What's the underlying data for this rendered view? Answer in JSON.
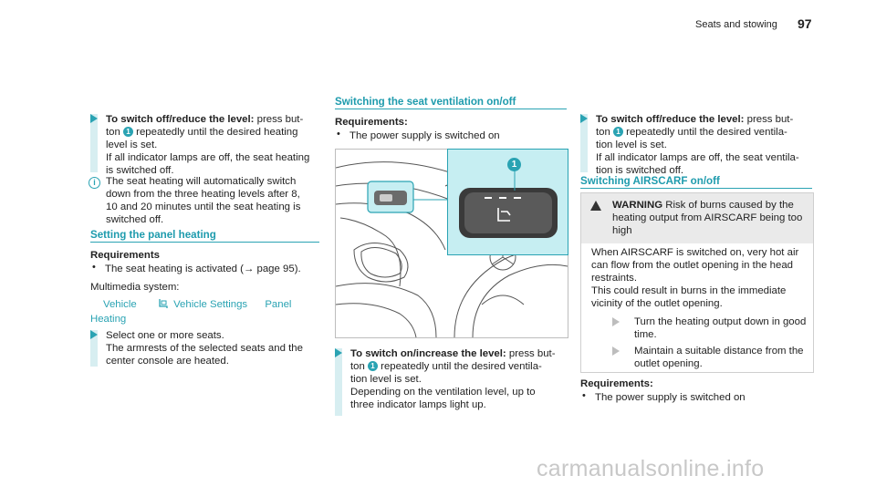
{
  "header": {
    "section": "Seats and stowing",
    "page_number": "97"
  },
  "footer": {
    "watermark": "carmanualsonline.info"
  },
  "col1": {
    "step1_title": "To switch off/reduce the level:",
    "step1_line1_rest": " press but-",
    "step1_line2_pre": "ton ",
    "step1_callout": "1",
    "step1_line2_rest": " repeatedly until the desired heating",
    "step1_line3": "level is set.",
    "step1_line4": "If all indicator lamps are off, the seat heating",
    "step1_line5": "is switched off.",
    "note_line1": "The seat heating will automatically switch",
    "note_line2": "down from the three heating levels after 8,",
    "note_line3": "10 and 20 minutes until the seat heating is",
    "note_line4": "switched off.",
    "section_title": "Setting the panel heating",
    "req_title": "Requirements",
    "req_item": "The seat heating is activated (→ page 95).",
    "multimedia": "Multimedia system:",
    "menu1": "Vehicle",
    "menu_icon": "car-seat-icon",
    "menu2": "Vehicle Settings",
    "menu3": "Panel",
    "menu4": "Heating",
    "step2_line1": "Select one or more seats.",
    "step2_line2": "The armrests of the selected seats and the",
    "step2_line3": "center console are heated."
  },
  "col2": {
    "section_title": "Switching the seat ventilation on/off",
    "req_title": "Requirements:",
    "req_item": "The power supply is switched on",
    "figure_callout": "1",
    "step1_title": "To switch on/increase the level:",
    "step1_line1_rest": " press but-",
    "step1_line2_pre": "ton ",
    "step1_callout": "1",
    "step1_line2_rest": " repeatedly until the desired ventila-",
    "step1_line3": "tion level is set.",
    "step1_line4": "Depending on the ventilation level, up to",
    "step1_line5": "three indicator lamps light up."
  },
  "col3": {
    "step1_title": "To switch off/reduce the level:",
    "step1_line1_rest": " press but-",
    "step1_line2_pre": "ton ",
    "step1_callout": "1",
    "step1_line2_rest": " repeatedly until the desired ventila-",
    "step1_line3": "tion level is set.",
    "step1_line4": "If all indicator lamps are off, the seat ventila-",
    "step1_line5": "tion is switched off.",
    "section_title": "Switching AIRSCARF on/off",
    "warning_title": "WARNING",
    "warning_line1_rest": " Risk of burns caused by the",
    "warning_line2": "heating output from AIRSCARF being too",
    "warning_line3": "high",
    "warn_p1": "When AIRSCARF is switched on, very hot air",
    "warn_p2": "can flow from the outlet opening in the head",
    "warn_p3": "restraints.",
    "warn_p4": "This could result in burns in the immediate",
    "warn_p5": "vicinity of the outlet opening.",
    "warn_step1_l1": "Turn the heating output down in good",
    "warn_step1_l2": "time.",
    "warn_step2_l1": "Maintain a suitable distance from the",
    "warn_step2_l2": "outlet opening.",
    "req_title": "Requirements:",
    "req_item": "The power supply is switched on"
  }
}
